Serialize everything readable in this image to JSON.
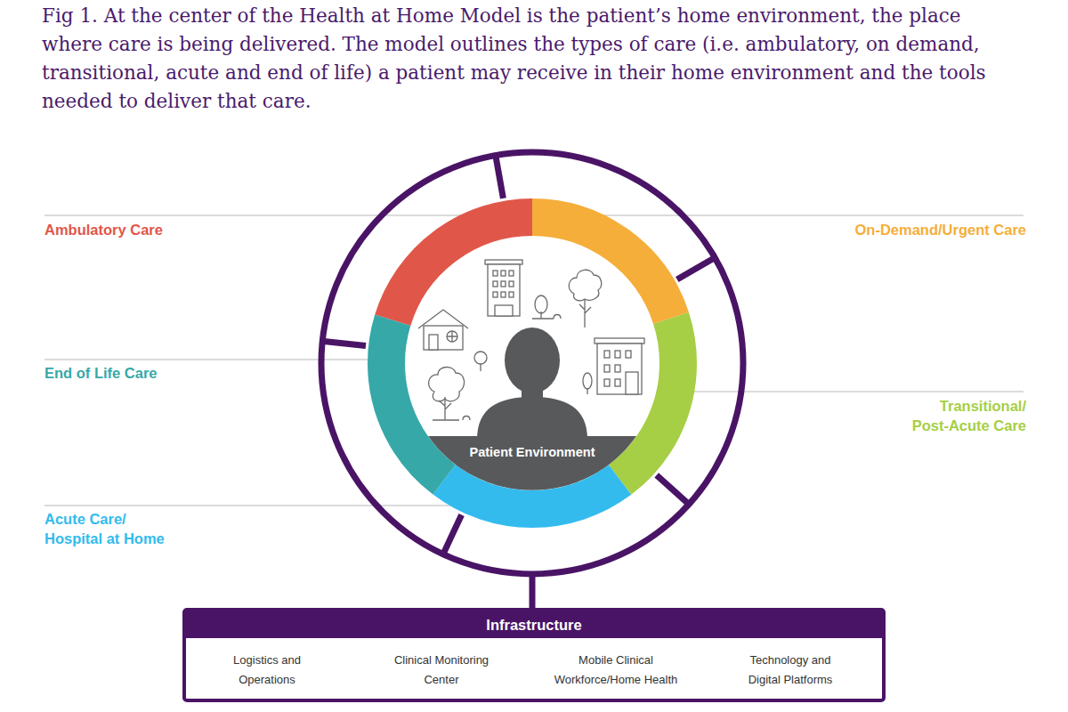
{
  "diagram": {
    "caption": "Fig 1. At the center of the Health at Home Model is the patient’s home environment, the place where care is being delivered. The model outlines the types of care (i.e. ambulatory, on demand, transitional, acute and end of life) a patient may receive in their home environment and the tools needed to deliver that care.",
    "nodes": [
      {
        "text": [
          "Patient Environment"
        ]
      },
      {
        "text": [
          "Infrastructure",
          "Logistics and Operations",
          "Clinical Monitoring Center",
          "Mobile Clinical Workforce/Home Health",
          "Technology and Digital Platforms"
        ]
      }
    ],
    "labels": [
      "Ambulatory Care",
      "On-Demand/Urgent Care",
      "End of Life Care",
      "Transitional/ Post-Acute Care",
      "Acute Care/ Hospital at Home"
    ]
  }
}
